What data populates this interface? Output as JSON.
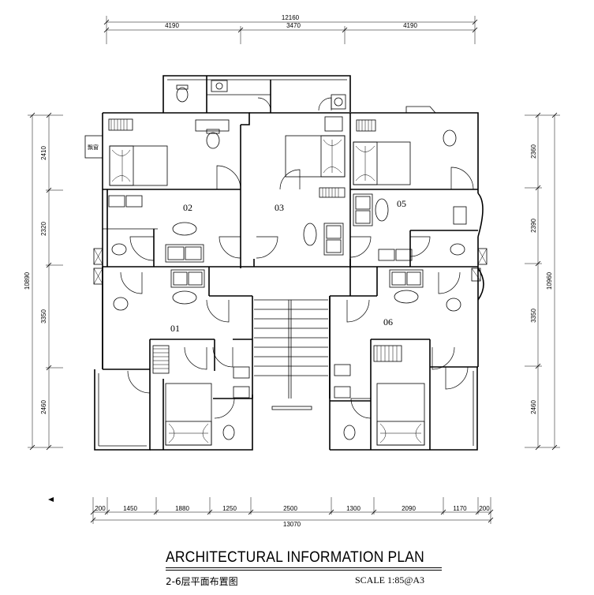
{
  "dimensions": {
    "top_total": "12160",
    "top_segments": [
      "4190",
      "3470",
      "4190"
    ],
    "bottom_total": "13070",
    "bottom_segments": [
      "200",
      "1450",
      "1880",
      "1250",
      "2500",
      "1300",
      "2090",
      "1170",
      "200"
    ],
    "left_total": "10890",
    "left_segments": [
      "2410",
      "2320",
      "3350",
      "2460"
    ],
    "right_total": "10960",
    "right_segments": [
      "2360",
      "2390",
      "3350",
      "2460"
    ]
  },
  "rooms": {
    "r01": "01",
    "r02": "02",
    "r03": "03",
    "r05": "05",
    "r06": "06"
  },
  "annotation_bay_window": "飘窗",
  "title": {
    "main": "ARCHITECTURAL INFORMATION PLAN",
    "sub": "2-6层平面布置图",
    "scale": "SCALE  1:85@A3"
  }
}
